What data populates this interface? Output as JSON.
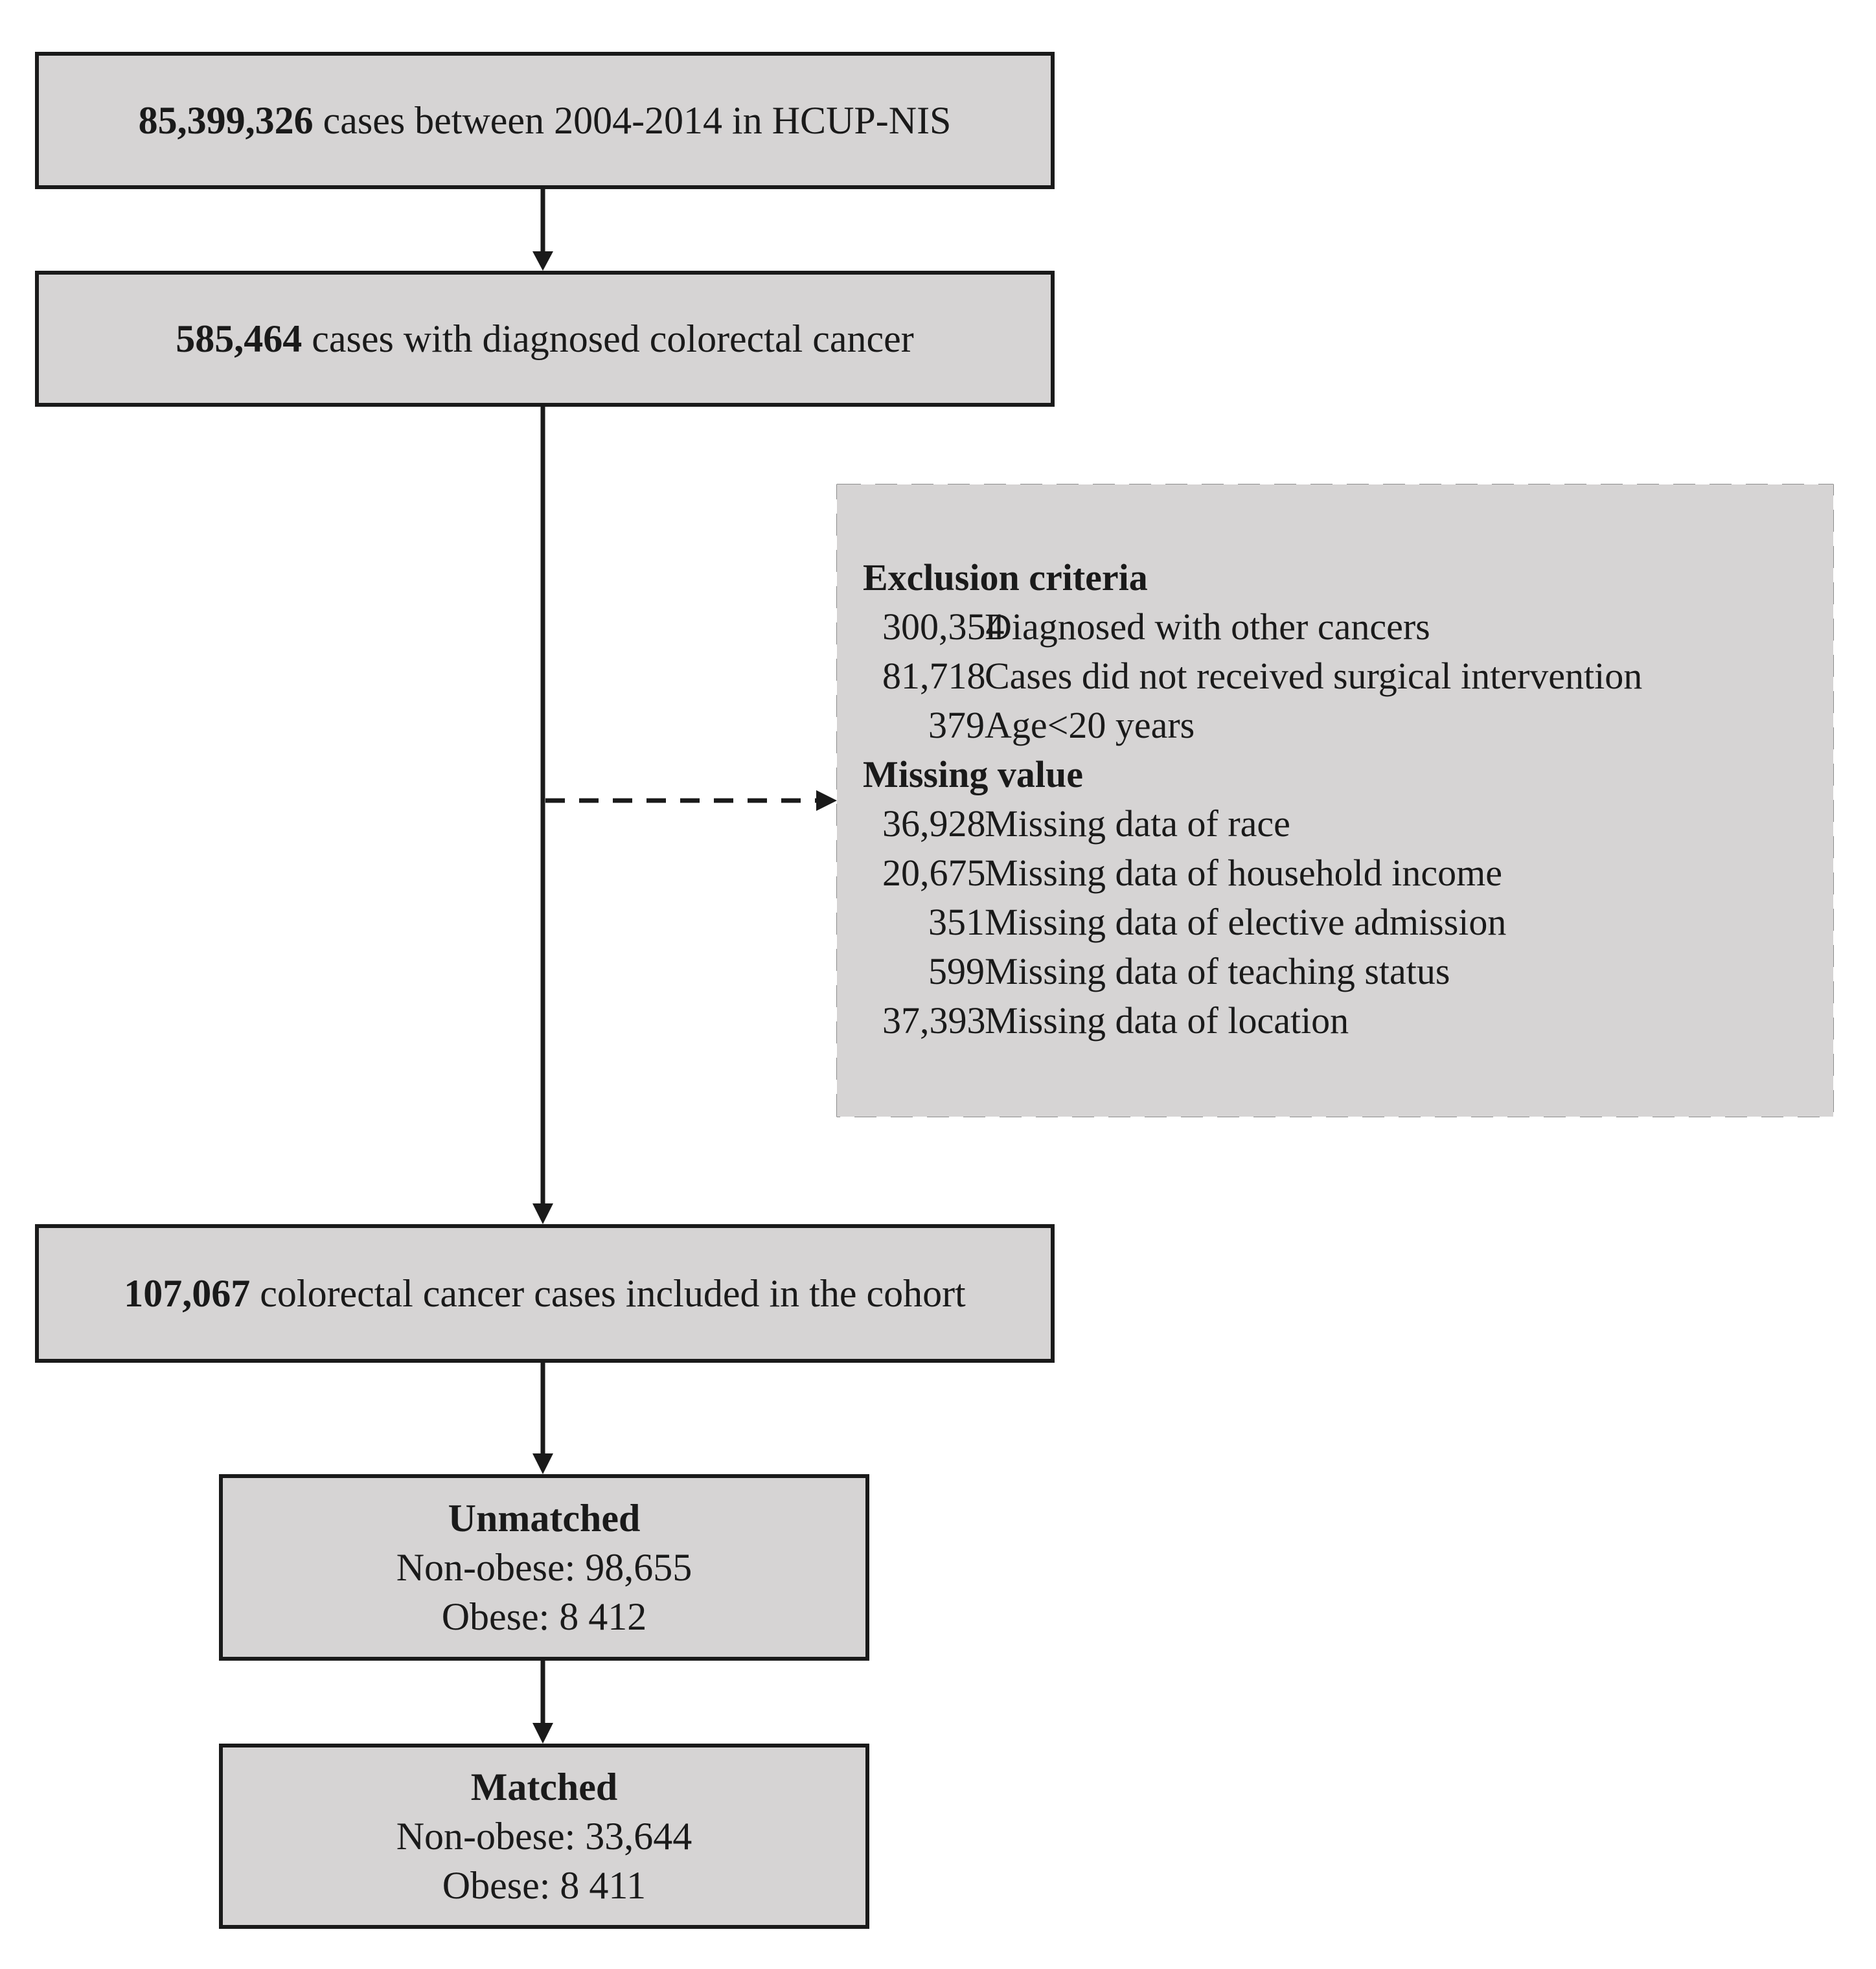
{
  "flow": {
    "box1": {
      "count": "85,399,326",
      "text": "cases between 2004-2014 in HCUP-NIS"
    },
    "box2": {
      "count": "585,464",
      "text": "cases with diagnosed colorectal cancer"
    },
    "exclusion": {
      "title1": "Exclusion criteria",
      "items1": [
        {
          "num": "300,354",
          "label": "Diagnosed with other cancers"
        },
        {
          "num": "81,718",
          "label": "Cases did not received surgical intervention"
        },
        {
          "num": "379",
          "label": "Age<20 years"
        }
      ],
      "title2": "Missing value",
      "items2": [
        {
          "num": "36,928",
          "label": "Missing data of race"
        },
        {
          "num": "20,675",
          "label": "Missing data of household income"
        },
        {
          "num": "351",
          "label": "Missing data of elective admission"
        },
        {
          "num": "599",
          "label": "Missing data of teaching status"
        },
        {
          "num": "37,393",
          "label": "Missing data of location"
        }
      ]
    },
    "box3": {
      "count": "107,067",
      "text": "colorectal cancer cases included in the cohort"
    },
    "unmatched": {
      "title": "Unmatched",
      "non_obese": "Non-obese: 98,655",
      "obese": "Obese: 8 412"
    },
    "matched": {
      "title": "Matched",
      "non_obese": "Non-obese: 33,644",
      "obese": "Obese: 8 411"
    }
  },
  "colors": {
    "box_fill": "#d6d4d4",
    "stroke": "#1a1a1a"
  }
}
